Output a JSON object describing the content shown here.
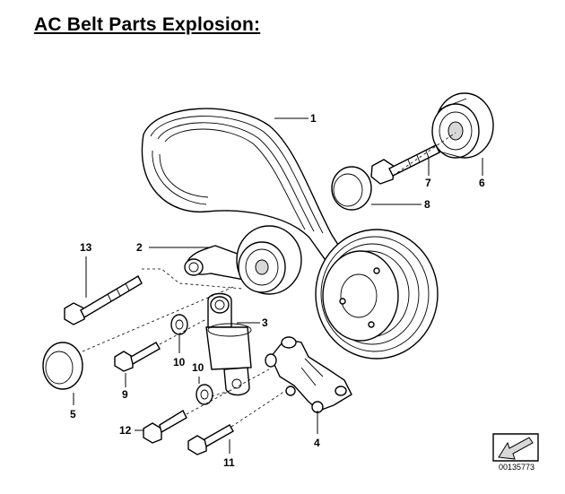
{
  "title": "AC Belt Parts Explosion:",
  "callouts": [
    {
      "id": "1",
      "label": "1"
    },
    {
      "id": "2",
      "label": "2"
    },
    {
      "id": "3",
      "label": "3"
    },
    {
      "id": "4",
      "label": "4"
    },
    {
      "id": "5",
      "label": "5"
    },
    {
      "id": "6",
      "label": "6"
    },
    {
      "id": "7",
      "label": "7"
    },
    {
      "id": "8",
      "label": "8"
    },
    {
      "id": "9",
      "label": "9"
    },
    {
      "id": "10a",
      "label": "10"
    },
    {
      "id": "10b",
      "label": "10"
    },
    {
      "id": "11",
      "label": "11"
    },
    {
      "id": "12",
      "label": "12"
    },
    {
      "id": "13",
      "label": "13"
    }
  ],
  "doc_number": "00135773"
}
